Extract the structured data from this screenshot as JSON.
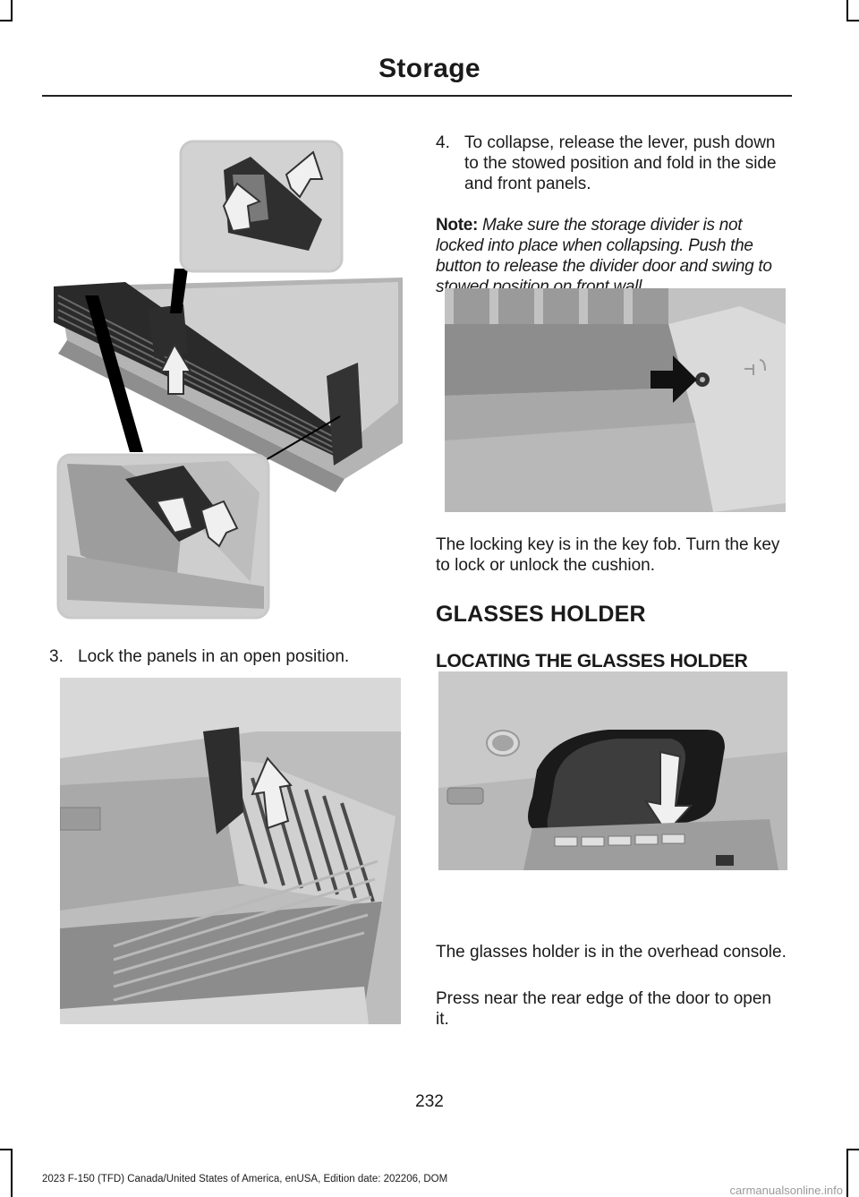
{
  "header": {
    "title": "Storage"
  },
  "steps": [
    {
      "number": "3.",
      "text": "Lock the panels in an open position."
    },
    {
      "number": "4.",
      "text": "To collapse, release the lever, push down to the stowed position and fold in the side and front panels."
    }
  ],
  "note": {
    "label": "Note:",
    "text": "Make sure the storage divider is not locked into place when collapsing. Push the button to release the divider door and swing to stowed position on front wall."
  },
  "locking_key_text": "The locking key is in the key fob. Turn the key to lock or unlock the cushion.",
  "section": {
    "heading": "GLASSES HOLDER",
    "subheading": "LOCATING THE GLASSES HOLDER",
    "paragraphs": [
      "The glasses holder is in the overhead console.",
      "Press near the rear edge of the door to open it."
    ]
  },
  "page_number": "232",
  "footer": "2023 F-150 (TFD) Canada/United States of America, enUSA, Edition date: 202206, DOM",
  "watermark": "carmanualsonline.info"
}
